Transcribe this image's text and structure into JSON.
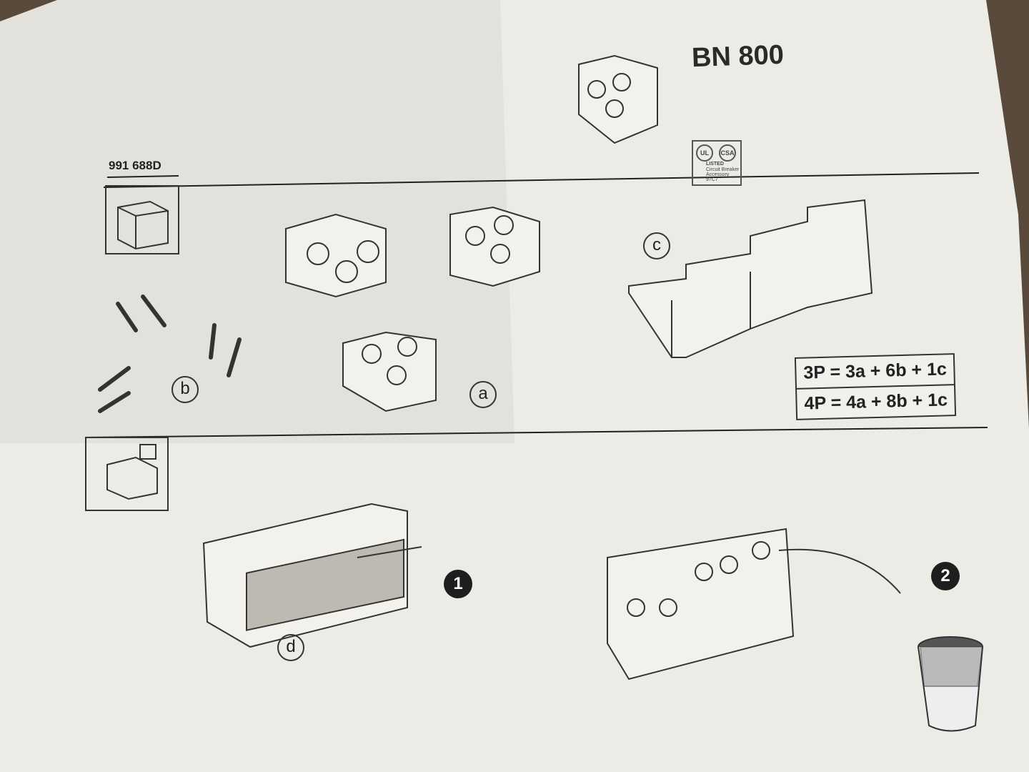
{
  "document": {
    "title": "BN 800",
    "part_number": "991 688D",
    "certification": {
      "mark_left": "UL",
      "mark_right": "CSA",
      "status": "LISTED",
      "line1": "Circuit Breaker",
      "line2": "Accessory",
      "code": "97C7"
    },
    "callouts": {
      "a": "a",
      "b": "b",
      "c": "c",
      "d": "d"
    },
    "formulas": [
      "3P = 3a + 6b + 1c",
      "4P = 4a + 8b + 1c"
    ],
    "steps": [
      "1",
      "2"
    ]
  }
}
